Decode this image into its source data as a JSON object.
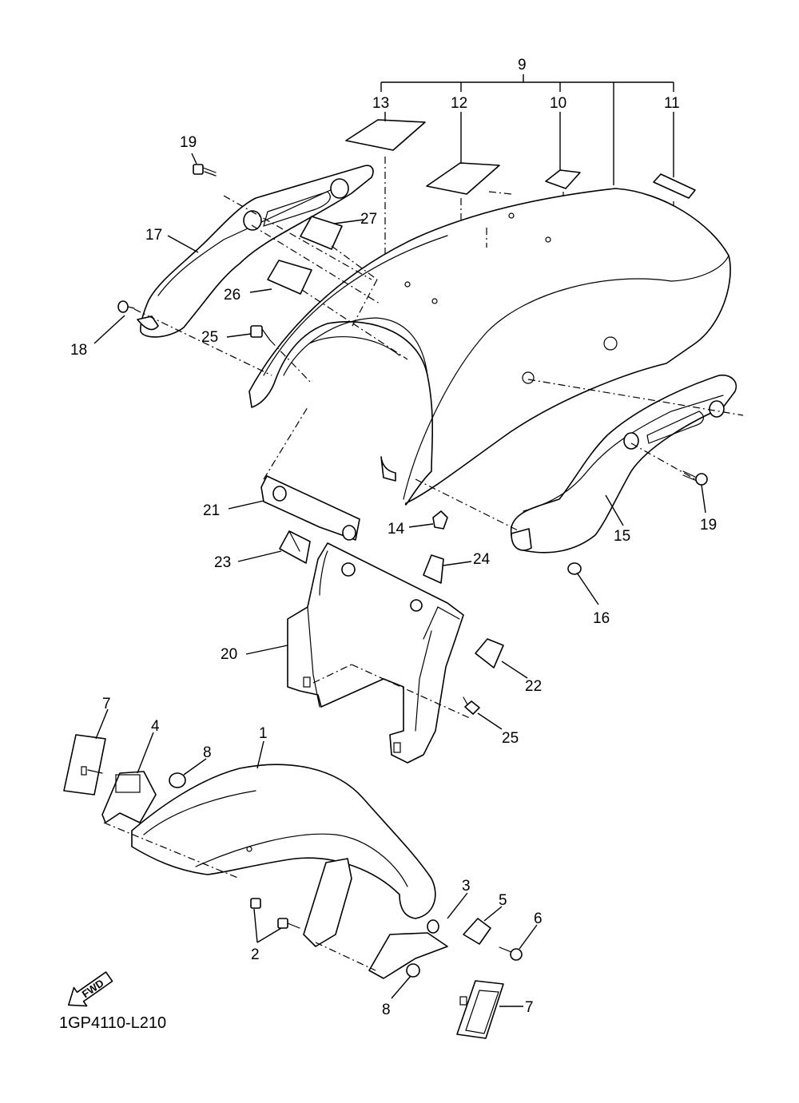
{
  "diagram": {
    "code": "1GP4110-L210",
    "fwd_label": "FWD",
    "labels": {
      "p1": "1",
      "p2": "2",
      "p3": "3",
      "p4": "4",
      "p5": "5",
      "p6": "6",
      "p7a": "7",
      "p7b": "7",
      "p8a": "8",
      "p8b": "8",
      "p9": "9",
      "p10": "10",
      "p11": "11",
      "p12": "12",
      "p13": "13",
      "p14": "14",
      "p15": "15",
      "p16": "16",
      "p17": "17",
      "p18": "18",
      "p19a": "19",
      "p19b": "19",
      "p20": "20",
      "p21": "21",
      "p22": "22",
      "p23": "23",
      "p24": "24",
      "p25a": "25",
      "p25b": "25",
      "p26": "26",
      "p27": "27"
    }
  }
}
